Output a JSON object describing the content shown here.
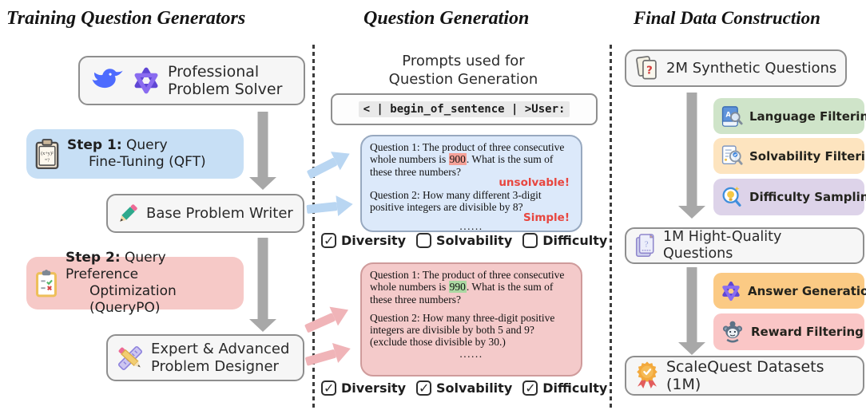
{
  "colors": {
    "box_bg": "#f6f6f6",
    "box_border": "#8e8e8e",
    "panel_blue": "#c7dff5",
    "panel_pink": "#f6c9c7",
    "qbox_blue_bg": "#dce9fa",
    "qbox_blue_border": "#98a9c0",
    "qbox_pink_bg": "#f4caca",
    "qbox_pink_border": "#cf9b9b",
    "hl_red": "#f5a198",
    "hl_green": "#abd8a2",
    "status_red": "#e8463f",
    "arrow_gray": "#a8a8a8",
    "arrow_blue": "#b9d6f2",
    "arrow_pink": "#f0b4b8",
    "filter_green": "#cfe4c9",
    "filter_orange": "#fde4bf",
    "filter_purple": "#ddd3e9",
    "answer_orange": "#fbca84",
    "reward_pink": "#fac6c6"
  },
  "left": {
    "title": "Training Question Generators",
    "solver": {
      "line1": "Professional",
      "line2": "Problem Solver"
    },
    "step1": {
      "bold": "Step 1:",
      "rest": " Query",
      "line2": "Fine-Tuning (QFT)"
    },
    "writer": {
      "label": "Base Problem Writer"
    },
    "step2": {
      "bold": "Step 2:",
      "rest": " Query Preference",
      "line2": "Optimization (QueryPO)"
    },
    "designer": {
      "line1": "Expert & Advanced",
      "line2": "Problem Designer"
    }
  },
  "middle": {
    "title": "Question Generation",
    "prompt_header_line1": "Prompts used for",
    "prompt_header_line2": "Question Generation",
    "prompt_code": "< | begin_of_sentence | >User:",
    "blue_box": {
      "q1_prefix": "Question 1: The product of three consecutive whole numbers is ",
      "q1_highlight": "900",
      "q1_suffix": ". What is the sum of these three numbers?",
      "q1_status": "unsolvable!",
      "q2": "Question 2: How many different 3-digit positive integers are divisible by 8?",
      "q2_status": "Simple!",
      "dots": "......"
    },
    "checks_top": [
      {
        "label": "Diversity",
        "checked": true
      },
      {
        "label": "Solvability",
        "checked": false
      },
      {
        "label": "Difficulty",
        "checked": false
      }
    ],
    "pink_box": {
      "q1_prefix": "Question 1: The product of three consecutive whole numbers is ",
      "q1_highlight": "990",
      "q1_suffix": ". What is the sum of these three numbers?",
      "q2": "Question 2: How many three-digit positive integers are divisible by both 5 and 9? (exclude those divisible by 30.)",
      "dots": "......"
    },
    "checks_bottom": [
      {
        "label": "Diversity",
        "checked": true
      },
      {
        "label": "Solvability",
        "checked": true
      },
      {
        "label": "Difficulty",
        "checked": true
      }
    ]
  },
  "right": {
    "title": "Final Data Construction",
    "synthetic": "2M Synthetic Questions",
    "filters": [
      {
        "label": "Language Filtering"
      },
      {
        "label": "Solvability Filtering"
      },
      {
        "label": "Difficulty Sampling"
      }
    ],
    "quality": "1M Hight-Quality Questions",
    "post": [
      {
        "label": "Answer Generation"
      },
      {
        "label": "Reward Filtering"
      }
    ],
    "final": "ScaleQuest Datasets (1M)"
  },
  "icons": {
    "solver": [
      "deepseek-whale-icon",
      "qwen-logo-icon"
    ],
    "step1": "clipboard-formula-icon",
    "writer": "pencil-icon",
    "step2": "clipboard-check-icon",
    "designer": "ruler-pencil-icon",
    "synthetic": "pages-question-icon",
    "language": "book-magnifier-icon",
    "solvability": "doc-check-magnifier-icon",
    "difficulty": "bulb-magnifier-icon",
    "quality": "doc-question-icon",
    "answer": "qwen-logo-icon",
    "reward": "monkey-icon",
    "final": "medal-icon"
  }
}
